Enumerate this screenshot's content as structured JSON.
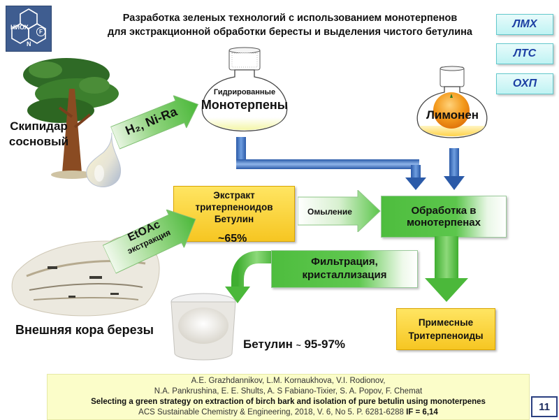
{
  "logo": {
    "text1": "НИОХ",
    "text2": "F",
    "text3": "N"
  },
  "title": {
    "line1": "Разработка зеленых технологий с использованием монотерпенов",
    "line2": "для экстракционной обработки бересты и выделения чистого бетулина"
  },
  "tags": [
    "ЛМХ",
    "ЛТС",
    "ОХП"
  ],
  "turpentine": {
    "line1": "Скипидар",
    "line2": "сосновый"
  },
  "hydrogenation_label": "H₂, Ni-Ra",
  "monoterpene_flask": {
    "line1": "Гидрированные",
    "line2": "Монотерпены"
  },
  "limonene_flask": {
    "label": "Лимонен"
  },
  "extract_box": {
    "line1": "Экстракт",
    "line2": "тритерпеноидов",
    "line3": "Бетулин",
    "line4": "~65%"
  },
  "saponification_label": "Омыление",
  "processing_box": {
    "line1": "Обработка в",
    "line2": "монотерпенах"
  },
  "extraction_label": {
    "line1": "EtOAc",
    "line2": "экстракция"
  },
  "filtration_label": {
    "line1": "Фильтрация,",
    "line2": "кристаллизация"
  },
  "impurity_box": {
    "line1": "Примесные",
    "line2": "Тритерпеноиды"
  },
  "bark_label": "Внешняя кора березы",
  "betulin_label": {
    "prefix": "Бетулин",
    "tilde": "~",
    "value": "95-97%"
  },
  "reference": {
    "line1": "A.E. Grazhdannikov, L.M. Kornaukhova, V.I. Rodionov,",
    "line2": "N.A. Pankrushina, E. E. Shults, A. S  Fabiano-Tixier, S. A. Popov, F. Chemat",
    "line3": "Selecting a green strategy on extraction of birch bark and isolation of pure betulin using monoterpenes",
    "line4": "ACS Sustainable Chemistry & Engineering, 2018, V. 6, No 5. P. 6281-6288",
    "line4_bold": "IF = 6,14"
  },
  "page_number": "11"
}
